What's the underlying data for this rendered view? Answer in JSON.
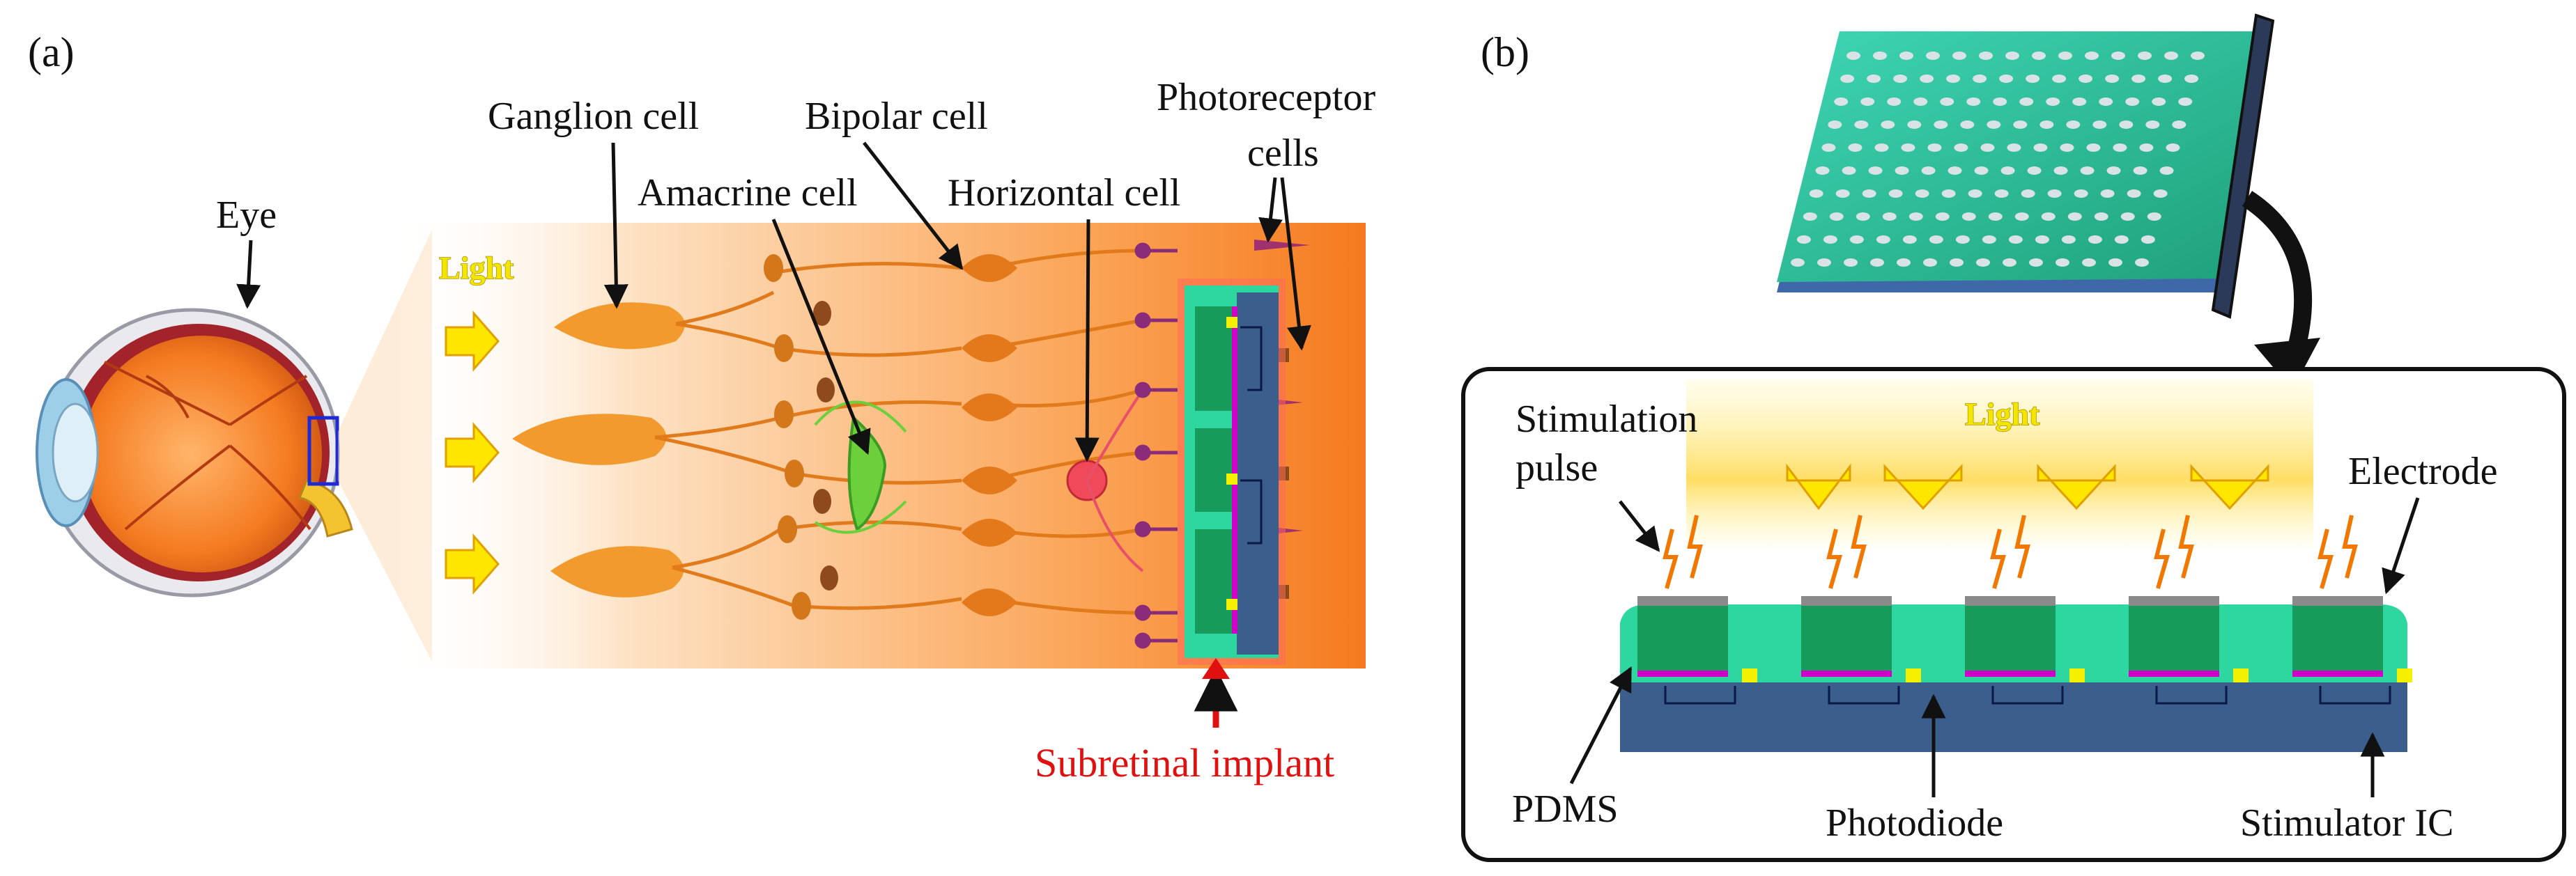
{
  "panel_a": {
    "label": "(a)",
    "eye": "Eye",
    "light": "Light",
    "ganglion": "Ganglion cell",
    "bipolar": "Bipolar cell",
    "amacrine": "Amacrine cell",
    "horizontal": "Horizontal cell",
    "photoreceptor_line1": "Photoreceptor",
    "photoreceptor_line2": "cells",
    "implant": "Subretinal implant"
  },
  "panel_b": {
    "label": "(b)",
    "light": "Light",
    "stim_line1": "Stimulation",
    "stim_line2": "pulse",
    "electrode": "Electrode",
    "pdms": "PDMS",
    "photodiode": "Photodiode",
    "stimulator": "Stimulator IC"
  },
  "colors": {
    "pdms_green": "#2fd7a0",
    "electrode_block": "#169b5a",
    "substrate_blue": "#3b5e8c",
    "photodiode_magenta": "#d000c8",
    "photodiode_yellow": "#f5f000",
    "spark_orange": "#f07800",
    "light_yellow": "#ffe600",
    "cell_orange": "#f39a2f",
    "implant_red": "#e01010"
  }
}
